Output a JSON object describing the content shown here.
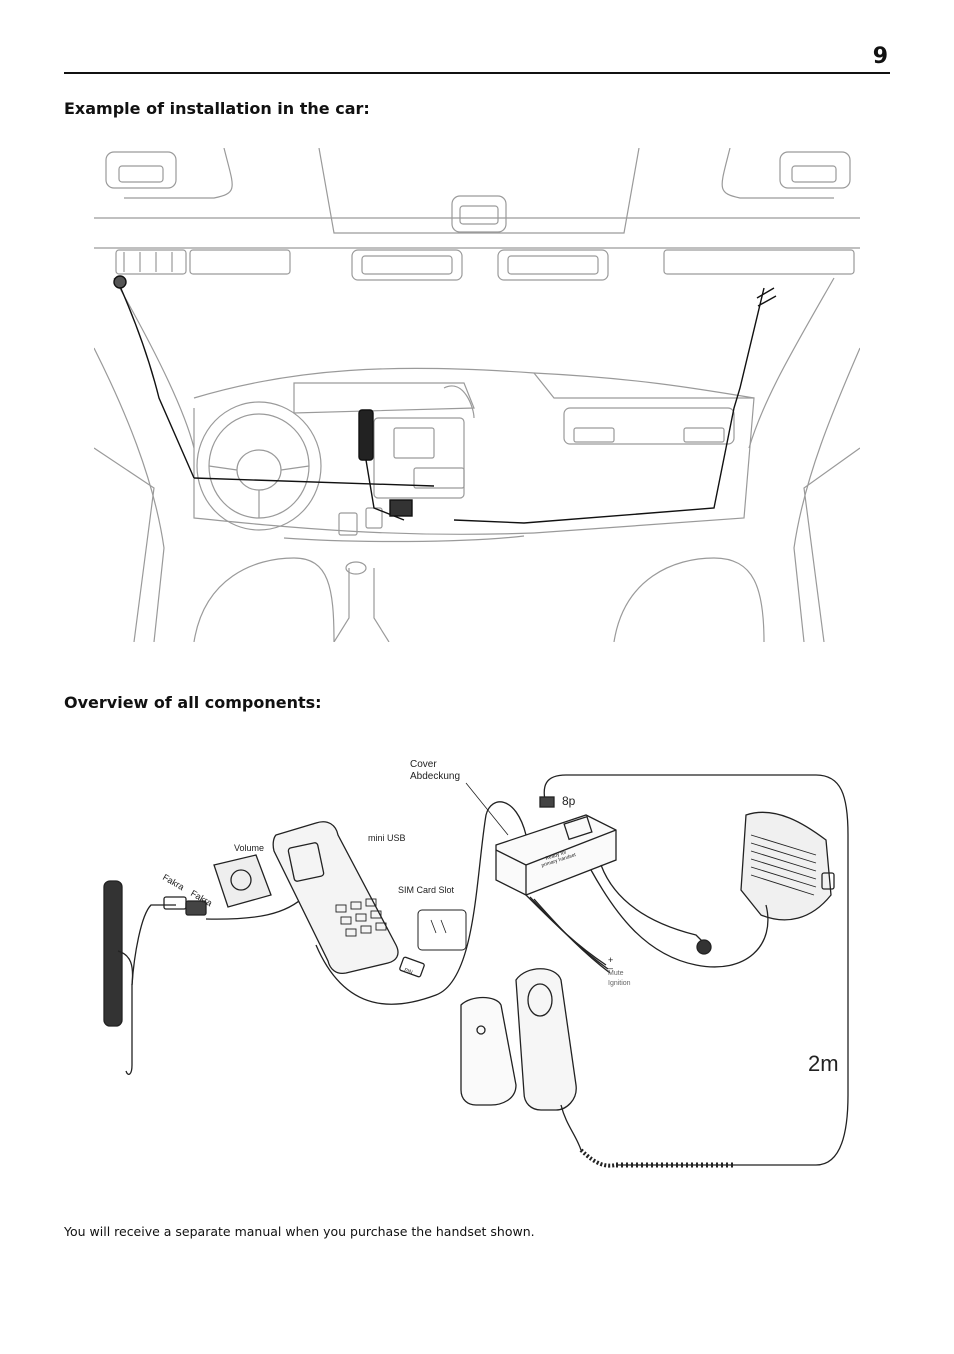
{
  "page": {
    "number": "9"
  },
  "headings": {
    "installation": "Example of installation in the car:",
    "components": "Overview of all components:"
  },
  "components_labels": {
    "cover_line1": "Cover",
    "cover_line2": "Abdeckung",
    "connector_8p": "8p",
    "mini_usb": "mini USB",
    "volume": "Volume",
    "fakra_1": "Fakra",
    "fakra_2": "Fakra",
    "sim_slot": "SIM Card Slot",
    "plus": "+",
    "minus": "–",
    "mute": "Mute",
    "ignition": "Ignition",
    "cable_length": "2m",
    "box_label_line1": "Ready for",
    "box_label_line2": "primary handset",
    "pin_label": "PIN"
  },
  "footer": {
    "note": "You will receive a separate manual when you purchase the handset shown."
  }
}
